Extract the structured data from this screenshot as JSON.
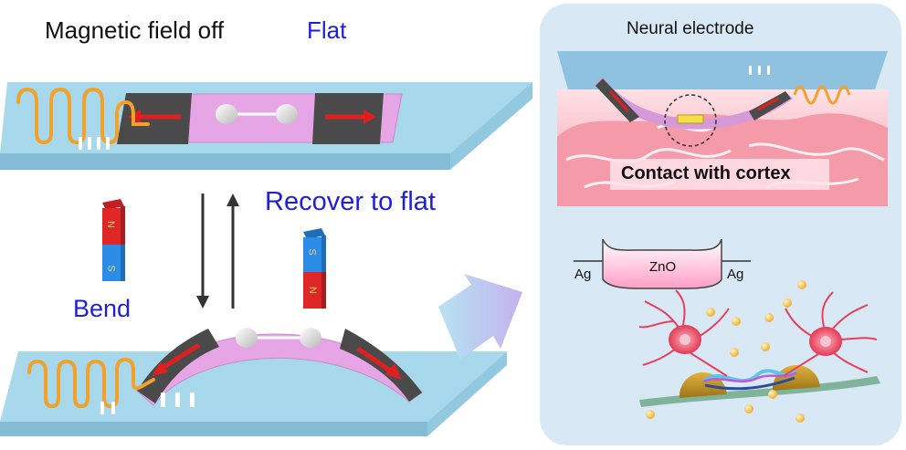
{
  "labels": {
    "magnetic_field_off": "Magnetic field off",
    "flat": "Flat",
    "recover_to_flat": "Recover to flat",
    "bend": "Bend",
    "neural_electrode": "Neural electrode",
    "contact_with_cortex": "Contact with cortex",
    "zno": "ZnO",
    "ag_left": "Ag",
    "ag_right": "Ag",
    "magnet_n": "N",
    "magnet_s": "S"
  },
  "colors": {
    "substrate": "#9fd3ea",
    "substrate_side": "#7fb9d3",
    "film": "#e8a6e6",
    "magnetic_pad": "#4a4a4a",
    "coil": "#f2a12a",
    "arrow_red": "#e02020",
    "panel_bg": "#d8e8f5",
    "label_blue": "#1f1fd6",
    "magnet_red": "#e02727",
    "magnet_blue": "#2a8ce6",
    "cortex": "#f3a9b5"
  }
}
